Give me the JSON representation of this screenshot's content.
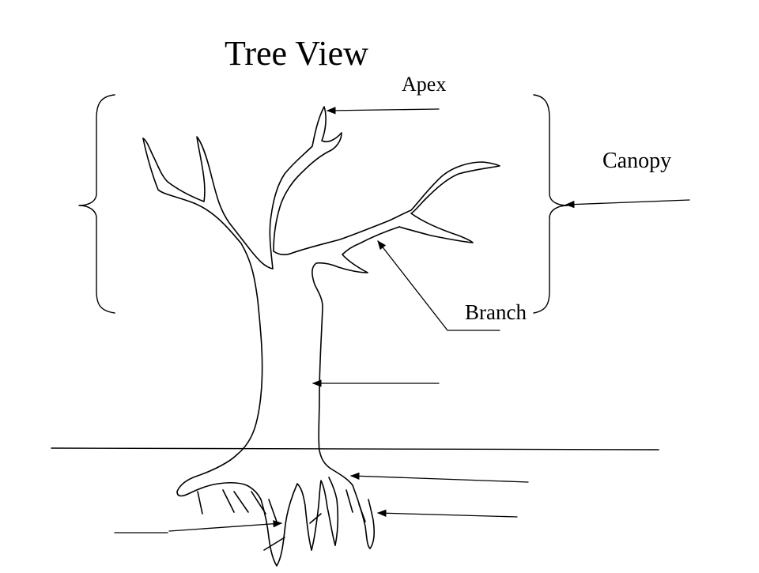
{
  "diagram": {
    "title": "Tree View",
    "labels": {
      "apex": "Apex",
      "canopy": "Canopy",
      "branch": "Branch",
      "trunk": "",
      "ground": "",
      "roots": "",
      "root_tips": "",
      "root_hairs": ""
    },
    "colors": {
      "ink": "#000000",
      "background": "#ffffff"
    }
  }
}
